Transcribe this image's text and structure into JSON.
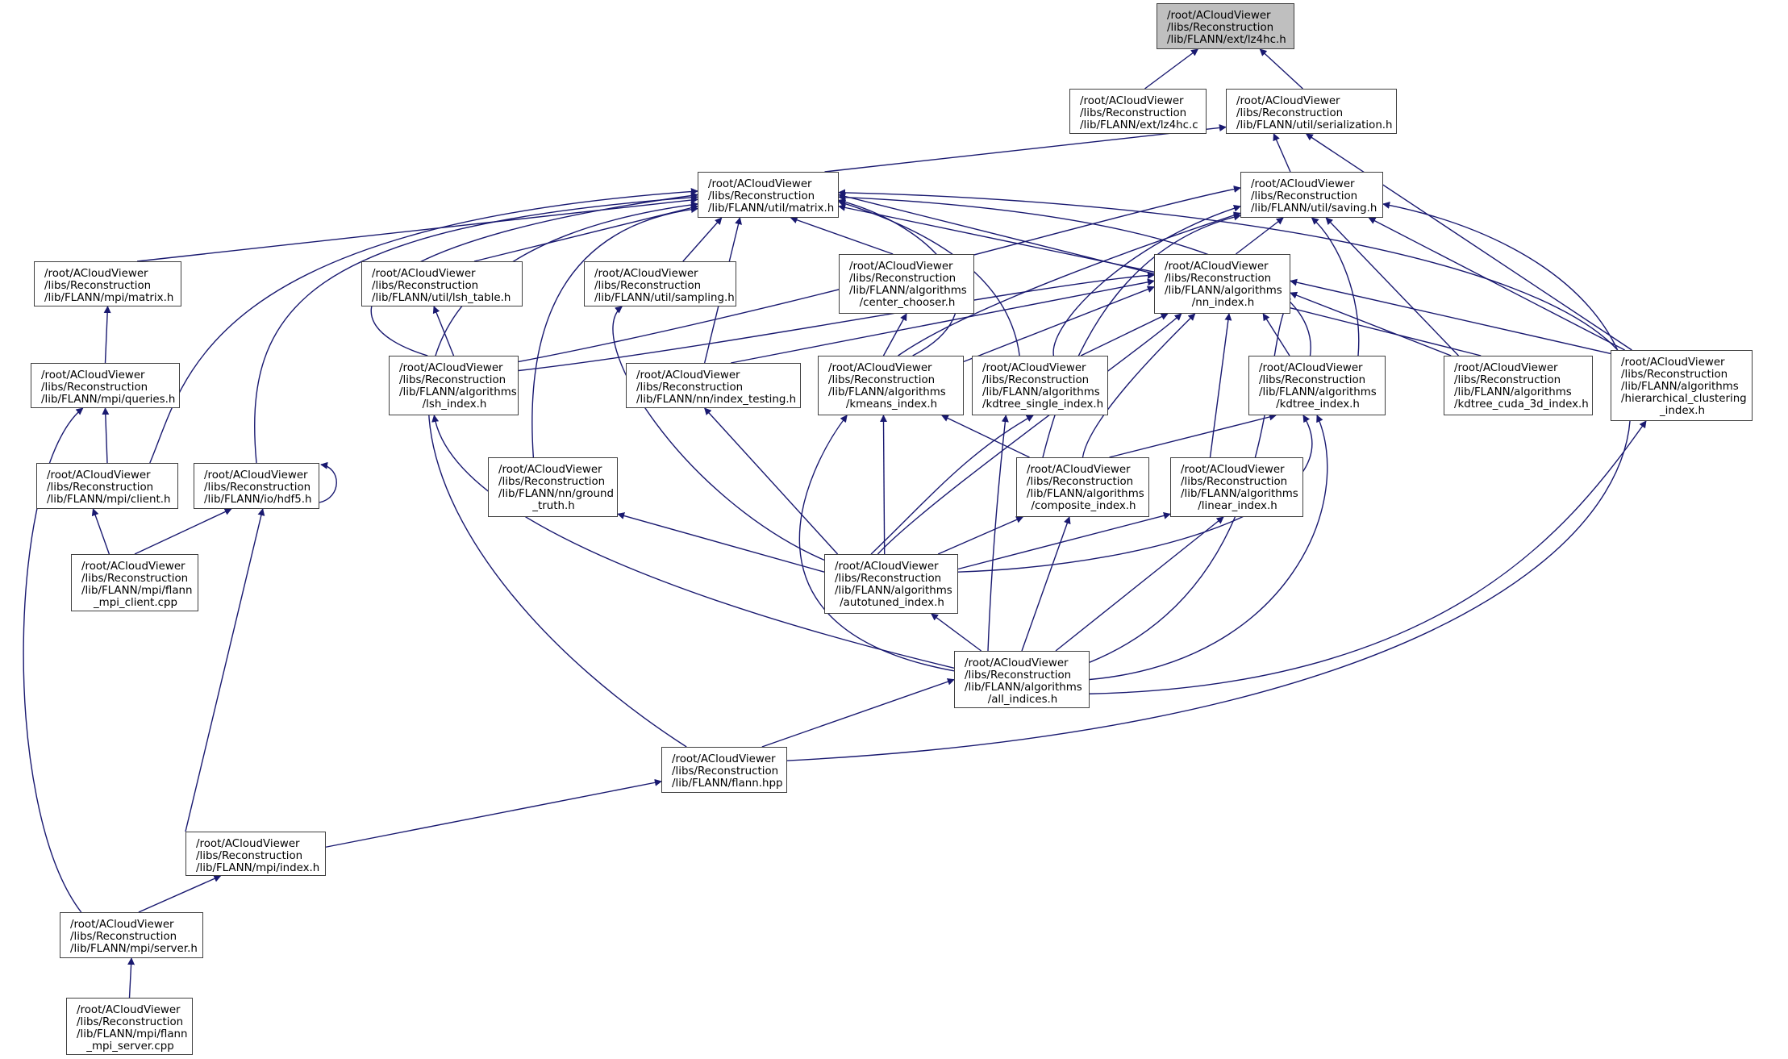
{
  "diagram": {
    "title": "Include dependency graph for /root/ACloudViewer/libs/Reconstruction/lib/FLANN/ext/lz4hc.h",
    "edge_color": "#191970",
    "root_fill": "#bfbfbf",
    "nodes": [
      {
        "id": "lz4hc_h",
        "lines": [
          "/root/ACloudViewer",
          "/libs/Reconstruction",
          "/lib/FLANN/ext/lz4hc.h"
        ],
        "root": true
      },
      {
        "id": "lz4hc_c",
        "lines": [
          "/root/ACloudViewer",
          "/libs/Reconstruction",
          "/lib/FLANN/ext/lz4hc.c"
        ]
      },
      {
        "id": "serialization_h",
        "lines": [
          "/root/ACloudViewer",
          "/libs/Reconstruction",
          "/lib/FLANN/util/serialization.h"
        ]
      },
      {
        "id": "util_matrix_h",
        "lines": [
          "/root/ACloudViewer",
          "/libs/Reconstruction",
          "/lib/FLANN/util/matrix.h"
        ]
      },
      {
        "id": "saving_h",
        "lines": [
          "/root/ACloudViewer",
          "/libs/Reconstruction",
          "/lib/FLANN/util/saving.h"
        ]
      },
      {
        "id": "mpi_matrix_h",
        "lines": [
          "/root/ACloudViewer",
          "/libs/Reconstruction",
          "/lib/FLANN/mpi/matrix.h"
        ]
      },
      {
        "id": "lsh_table_h",
        "lines": [
          "/root/ACloudViewer",
          "/libs/Reconstruction",
          "/lib/FLANN/util/lsh_table.h"
        ]
      },
      {
        "id": "sampling_h",
        "lines": [
          "/root/ACloudViewer",
          "/libs/Reconstruction",
          "/lib/FLANN/util/sampling.h"
        ]
      },
      {
        "id": "center_chooser_h",
        "lines": [
          "/root/ACloudViewer",
          "/libs/Reconstruction",
          "/lib/FLANN/algorithms",
          "/center_chooser.h"
        ]
      },
      {
        "id": "nn_index_h",
        "lines": [
          "/root/ACloudViewer",
          "/libs/Reconstruction",
          "/lib/FLANN/algorithms",
          "/nn_index.h"
        ]
      },
      {
        "id": "mpi_queries_h",
        "lines": [
          "/root/ACloudViewer",
          "/libs/Reconstruction",
          "/lib/FLANN/mpi/queries.h"
        ]
      },
      {
        "id": "lsh_index_h",
        "lines": [
          "/root/ACloudViewer",
          "/libs/Reconstruction",
          "/lib/FLANN/algorithms",
          "/lsh_index.h"
        ]
      },
      {
        "id": "index_testing_h",
        "lines": [
          "/root/ACloudViewer",
          "/libs/Reconstruction",
          "/lib/FLANN/nn/index_testing.h"
        ]
      },
      {
        "id": "kmeans_index_h",
        "lines": [
          "/root/ACloudViewer",
          "/libs/Reconstruction",
          "/lib/FLANN/algorithms",
          "/kmeans_index.h"
        ]
      },
      {
        "id": "kdtree_single_index_h",
        "lines": [
          "/root/ACloudViewer",
          "/libs/Reconstruction",
          "/lib/FLANN/algorithms",
          "/kdtree_single_index.h"
        ]
      },
      {
        "id": "kdtree_index_h",
        "lines": [
          "/root/ACloudViewer",
          "/libs/Reconstruction",
          "/lib/FLANN/algorithms",
          "/kdtree_index.h"
        ]
      },
      {
        "id": "kdtree_cuda_3d_index_h",
        "lines": [
          "/root/ACloudViewer",
          "/libs/Reconstruction",
          "/lib/FLANN/algorithms",
          "/kdtree_cuda_3d_index.h"
        ]
      },
      {
        "id": "hierarchical_clustering_index_h",
        "lines": [
          "/root/ACloudViewer",
          "/libs/Reconstruction",
          "/lib/FLANN/algorithms",
          "/hierarchical_clustering",
          "_index.h"
        ]
      },
      {
        "id": "mpi_client_h",
        "lines": [
          "/root/ACloudViewer",
          "/libs/Reconstruction",
          "/lib/FLANN/mpi/client.h"
        ]
      },
      {
        "id": "io_hdf5_h",
        "lines": [
          "/root/ACloudViewer",
          "/libs/Reconstruction",
          "/lib/FLANN/io/hdf5.h"
        ]
      },
      {
        "id": "ground_truth_h",
        "lines": [
          "/root/ACloudViewer",
          "/libs/Reconstruction",
          "/lib/FLANN/nn/ground",
          "_truth.h"
        ]
      },
      {
        "id": "composite_index_h",
        "lines": [
          "/root/ACloudViewer",
          "/libs/Reconstruction",
          "/lib/FLANN/algorithms",
          "/composite_index.h"
        ]
      },
      {
        "id": "linear_index_h",
        "lines": [
          "/root/ACloudViewer",
          "/libs/Reconstruction",
          "/lib/FLANN/algorithms",
          "/linear_index.h"
        ]
      },
      {
        "id": "flann_mpi_client_cpp",
        "lines": [
          "/root/ACloudViewer",
          "/libs/Reconstruction",
          "/lib/FLANN/mpi/flann",
          "_mpi_client.cpp"
        ]
      },
      {
        "id": "autotuned_index_h",
        "lines": [
          "/root/ACloudViewer",
          "/libs/Reconstruction",
          "/lib/FLANN/algorithms",
          "/autotuned_index.h"
        ]
      },
      {
        "id": "all_indices_h",
        "lines": [
          "/root/ACloudViewer",
          "/libs/Reconstruction",
          "/lib/FLANN/algorithms",
          "/all_indices.h"
        ]
      },
      {
        "id": "flann_hpp",
        "lines": [
          "/root/ACloudViewer",
          "/libs/Reconstruction",
          "/lib/FLANN/flann.hpp"
        ]
      },
      {
        "id": "mpi_index_h",
        "lines": [
          "/root/ACloudViewer",
          "/libs/Reconstruction",
          "/lib/FLANN/mpi/index.h"
        ]
      },
      {
        "id": "mpi_server_h",
        "lines": [
          "/root/ACloudViewer",
          "/libs/Reconstruction",
          "/lib/FLANN/mpi/server.h"
        ]
      },
      {
        "id": "flann_mpi_server_cpp",
        "lines": [
          "/root/ACloudViewer",
          "/libs/Reconstruction",
          "/lib/FLANN/mpi/flann",
          "_mpi_server.cpp"
        ]
      }
    ],
    "edges": [
      [
        "lz4hc_c",
        "lz4hc_h"
      ],
      [
        "serialization_h",
        "lz4hc_h"
      ],
      [
        "util_matrix_h",
        "serialization_h"
      ],
      [
        "saving_h",
        "serialization_h"
      ],
      [
        "hierarchical_clustering_index_h",
        "serialization_h"
      ],
      [
        "mpi_matrix_h",
        "util_matrix_h"
      ],
      [
        "lsh_table_h",
        "util_matrix_h"
      ],
      [
        "sampling_h",
        "util_matrix_h"
      ],
      [
        "center_chooser_h",
        "util_matrix_h"
      ],
      [
        "nn_index_h",
        "util_matrix_h"
      ],
      [
        "lsh_index_h",
        "util_matrix_h"
      ],
      [
        "index_testing_h",
        "util_matrix_h"
      ],
      [
        "kmeans_index_h",
        "util_matrix_h"
      ],
      [
        "kdtree_single_index_h",
        "util_matrix_h"
      ],
      [
        "kdtree_index_h",
        "util_matrix_h"
      ],
      [
        "kdtree_cuda_3d_index_h",
        "util_matrix_h"
      ],
      [
        "hierarchical_clustering_index_h",
        "util_matrix_h"
      ],
      [
        "mpi_client_h",
        "util_matrix_h"
      ],
      [
        "io_hdf5_h",
        "util_matrix_h"
      ],
      [
        "ground_truth_h",
        "util_matrix_h"
      ],
      [
        "flann_hpp",
        "util_matrix_h"
      ],
      [
        "nn_index_h",
        "saving_h"
      ],
      [
        "lsh_index_h",
        "saving_h"
      ],
      [
        "kmeans_index_h",
        "saving_h"
      ],
      [
        "kdtree_single_index_h",
        "saving_h"
      ],
      [
        "kdtree_index_h",
        "saving_h"
      ],
      [
        "kdtree_cuda_3d_index_h",
        "saving_h"
      ],
      [
        "hierarchical_clustering_index_h",
        "saving_h"
      ],
      [
        "composite_index_h",
        "saving_h"
      ],
      [
        "flann_hpp",
        "saving_h"
      ],
      [
        "mpi_queries_h",
        "mpi_matrix_h"
      ],
      [
        "mpi_client_h",
        "mpi_queries_h"
      ],
      [
        "mpi_server_h",
        "mpi_queries_h"
      ],
      [
        "lsh_index_h",
        "lsh_table_h"
      ],
      [
        "autotuned_index_h",
        "sampling_h"
      ],
      [
        "kmeans_index_h",
        "center_chooser_h"
      ],
      [
        "lsh_index_h",
        "nn_index_h"
      ],
      [
        "index_testing_h",
        "nn_index_h"
      ],
      [
        "kmeans_index_h",
        "nn_index_h"
      ],
      [
        "kdtree_single_index_h",
        "nn_index_h"
      ],
      [
        "kdtree_index_h",
        "nn_index_h"
      ],
      [
        "kdtree_cuda_3d_index_h",
        "nn_index_h"
      ],
      [
        "hierarchical_clustering_index_h",
        "nn_index_h"
      ],
      [
        "composite_index_h",
        "nn_index_h"
      ],
      [
        "linear_index_h",
        "nn_index_h"
      ],
      [
        "autotuned_index_h",
        "nn_index_h"
      ],
      [
        "all_indices_h",
        "nn_index_h"
      ],
      [
        "all_indices_h",
        "lsh_index_h"
      ],
      [
        "autotuned_index_h",
        "index_testing_h"
      ],
      [
        "composite_index_h",
        "kmeans_index_h"
      ],
      [
        "autotuned_index_h",
        "kmeans_index_h"
      ],
      [
        "all_indices_h",
        "kmeans_index_h"
      ],
      [
        "autotuned_index_h",
        "kdtree_single_index_h"
      ],
      [
        "all_indices_h",
        "kdtree_single_index_h"
      ],
      [
        "composite_index_h",
        "kdtree_index_h"
      ],
      [
        "autotuned_index_h",
        "kdtree_index_h"
      ],
      [
        "all_indices_h",
        "kdtree_index_h"
      ],
      [
        "all_indices_h",
        "hierarchical_clustering_index_h"
      ],
      [
        "flann_mpi_client_cpp",
        "mpi_client_h"
      ],
      [
        "flann_mpi_client_cpp",
        "io_hdf5_h"
      ],
      [
        "mpi_index_h",
        "io_hdf5_h"
      ],
      [
        "io_hdf5_h",
        "io_hdf5_h"
      ],
      [
        "autotuned_index_h",
        "ground_truth_h"
      ],
      [
        "autotuned_index_h",
        "composite_index_h"
      ],
      [
        "all_indices_h",
        "composite_index_h"
      ],
      [
        "autotuned_index_h",
        "linear_index_h"
      ],
      [
        "all_indices_h",
        "linear_index_h"
      ],
      [
        "all_indices_h",
        "autotuned_index_h"
      ],
      [
        "flann_hpp",
        "all_indices_h"
      ],
      [
        "mpi_index_h",
        "flann_hpp"
      ],
      [
        "mpi_server_h",
        "mpi_index_h"
      ],
      [
        "flann_mpi_server_cpp",
        "mpi_server_h"
      ]
    ]
  }
}
